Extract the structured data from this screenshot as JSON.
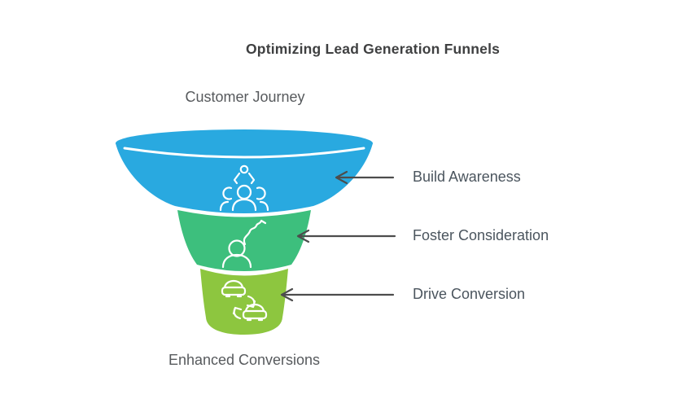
{
  "title": "Optimizing Lead Generation Funnels",
  "funnel_top_label": "Customer Journey",
  "funnel_bottom_label": "Enhanced Conversions",
  "funnel": {
    "stages": [
      {
        "label": "Build Awareness",
        "color": "#29a9e0",
        "icon": "audience-announce-icon"
      },
      {
        "label": "Foster Consideration",
        "color": "#3dbf7d",
        "icon": "person-journey-path-icon"
      },
      {
        "label": "Drive Conversion",
        "color": "#8dc63f",
        "icon": "car-exchange-icon"
      }
    ],
    "separator_color": "#ffffff",
    "icon_color": "#ffffff"
  },
  "arrows": {
    "color": "#4d4d4d"
  },
  "text_colors": {
    "title": "#3f4041",
    "journey_labels": "#575a5d",
    "stage_labels": "#4b555e"
  },
  "background": "#ffffff"
}
